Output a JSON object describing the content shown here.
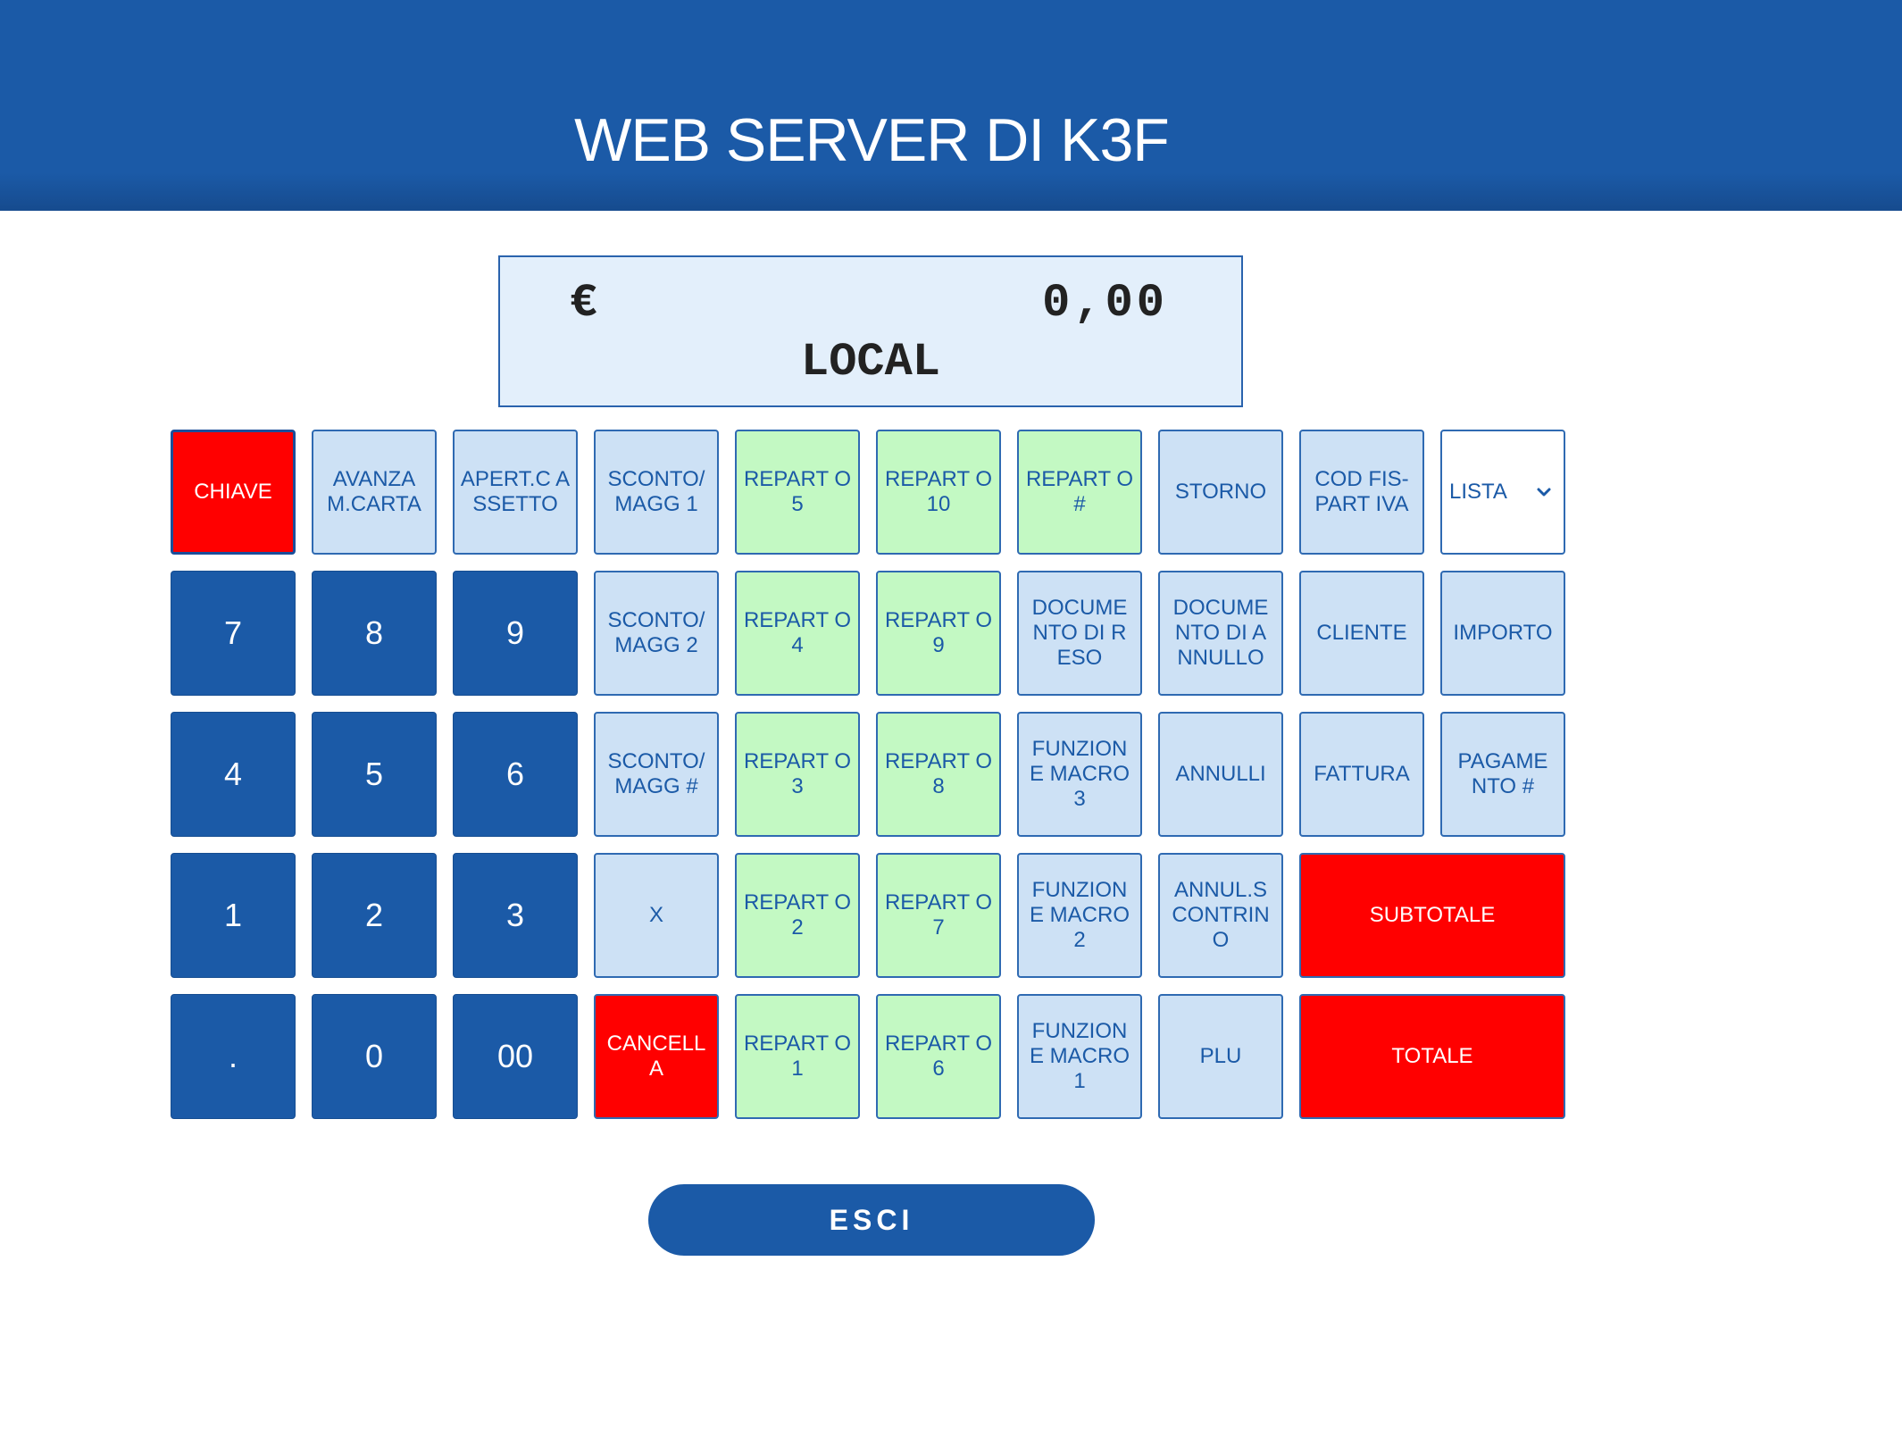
{
  "header": {
    "title": "WEB SERVER DI K3F"
  },
  "display": {
    "currency": "€",
    "amount": "0,00",
    "mode": "LOCAL"
  },
  "keys": {
    "chiave": "CHIAVE",
    "avanza_carta": "AVANZA M.CARTA",
    "apertura_cassetto": "APERT.C ASSETTO",
    "sconto_magg_1": "SCONTO/ MAGG 1",
    "reparto_5": "REPART O 5",
    "reparto_10": "REPART O 10",
    "reparto_hash": "REPART O #",
    "storno": "STORNO",
    "cod_fis_part_iva": "COD FIS- PART IVA",
    "lista": "LISTA",
    "num_7": "7",
    "num_8": "8",
    "num_9": "9",
    "sconto_magg_2": "SCONTO/ MAGG 2",
    "reparto_4": "REPART O 4",
    "reparto_9": "REPART O 9",
    "documento_reso": "DOCUME NTO DI R ESO",
    "documento_annullo": "DOCUME NTO DI A NNULLO",
    "cliente": "CLIENTE",
    "importo": "IMPORTO",
    "num_4": "4",
    "num_5": "5",
    "num_6": "6",
    "sconto_magg_hash": "SCONTO/ MAGG #",
    "reparto_3": "REPART O 3",
    "reparto_8": "REPART O 8",
    "funzione_macro_3": "FUNZION E MACRO 3",
    "annulli": "ANNULLI",
    "fattura": "FATTURA",
    "pagamento_hash": "PAGAME NTO #",
    "num_1": "1",
    "num_2": "2",
    "num_3": "3",
    "x": "X",
    "reparto_2": "REPART O 2",
    "reparto_7": "REPART O 7",
    "funzione_macro_2": "FUNZION E MACRO 2",
    "annul_scontrino": "ANNUL.S CONTRIN O",
    "subtotale": "SUBTOTALE",
    "dot": ".",
    "num_0": "0",
    "num_00": "00",
    "cancella": "CANCELL A",
    "reparto_1": "REPART O 1",
    "reparto_6": "REPART O 6",
    "funzione_macro_1": "FUNZION E MACRO 1",
    "plu": "PLU",
    "totale": "TOTALE"
  },
  "esci_label": "ESCI",
  "colors": {
    "header_blue": "#1b5aa7",
    "function_key_bg": "#cde1f5",
    "department_key_bg": "#c3f9c3",
    "red_key_bg": "#ff0000",
    "display_bg": "#e3effb"
  },
  "icons": {
    "lista_dropdown": "chevron-down-icon"
  }
}
